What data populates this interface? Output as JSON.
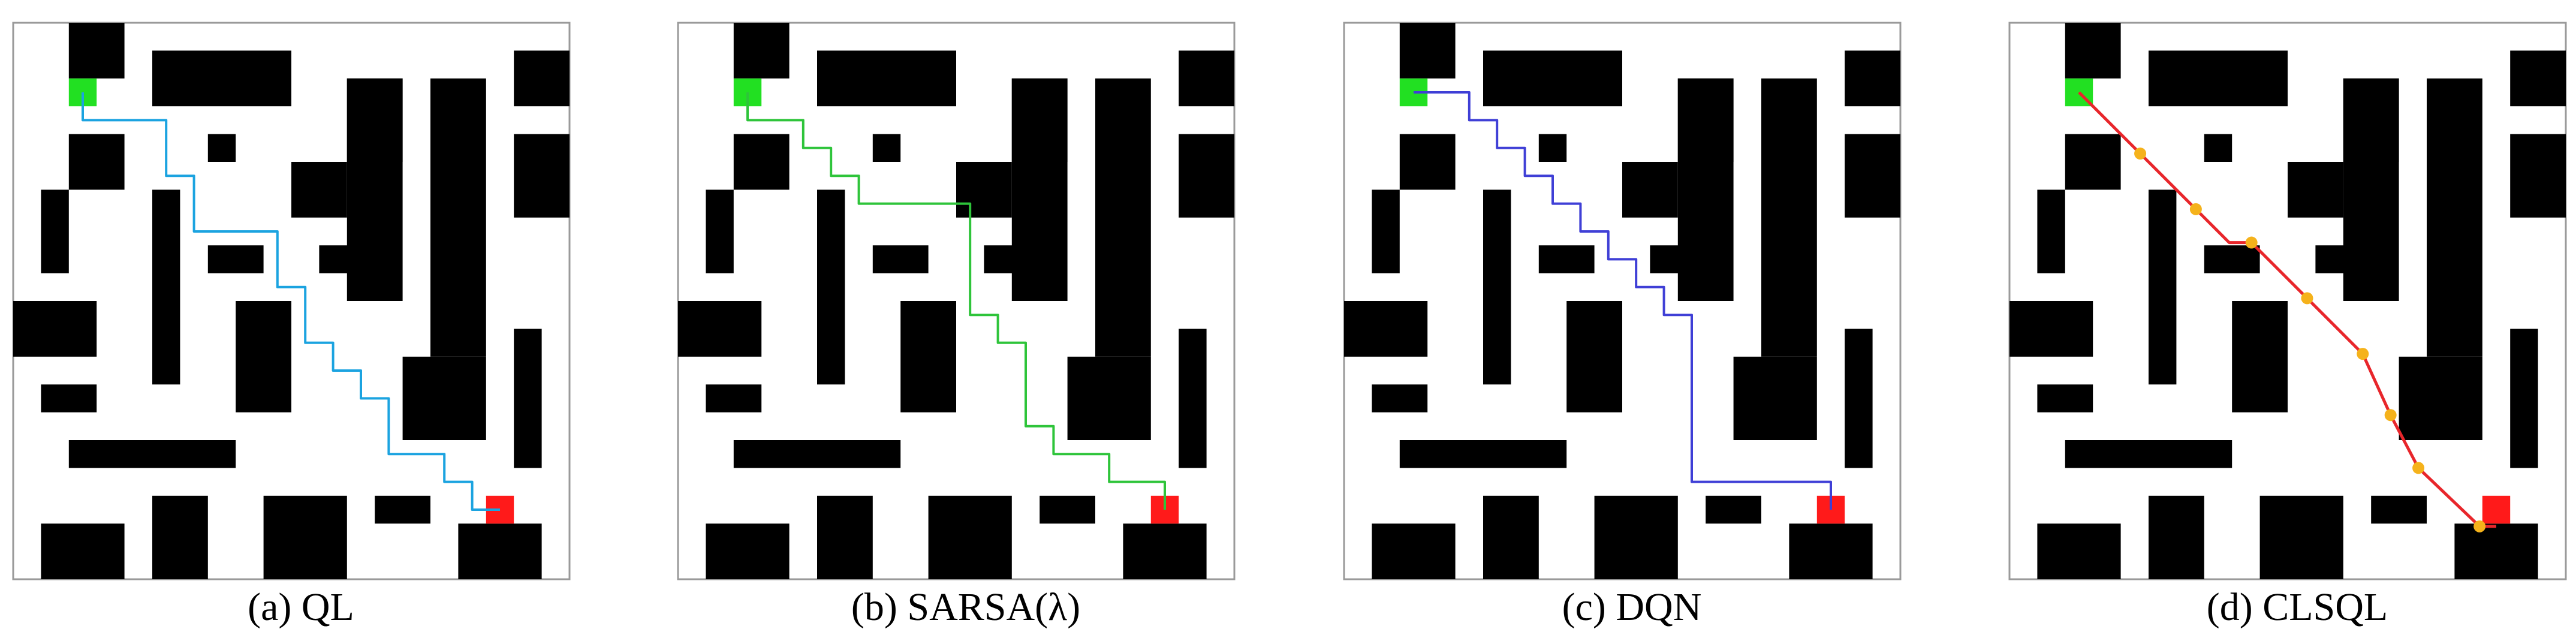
{
  "panels": [
    {
      "id": "ql",
      "caption": "(a) QL",
      "path_color": "#1ba3e0",
      "path_style": "grid-steps",
      "waypoints": false
    },
    {
      "id": "sarsa",
      "caption": "(b) SARSA(λ)",
      "path_color": "#2ec43a",
      "path_style": "grid-steps",
      "waypoints": false
    },
    {
      "id": "dqn",
      "caption": "(c) DQN",
      "path_color": "#3f3fd6",
      "path_style": "grid-steps",
      "waypoints": false
    },
    {
      "id": "clsql",
      "caption": "(d) CLSQL",
      "path_color": "#e8262b",
      "path_style": "smooth",
      "waypoints": true,
      "waypoint_color": "#f5b21b"
    }
  ],
  "legend_colors": {
    "start": "#22e022",
    "goal": "#ff1a1a",
    "obstacle": "#000000",
    "frame": "#9a9a9a"
  }
}
